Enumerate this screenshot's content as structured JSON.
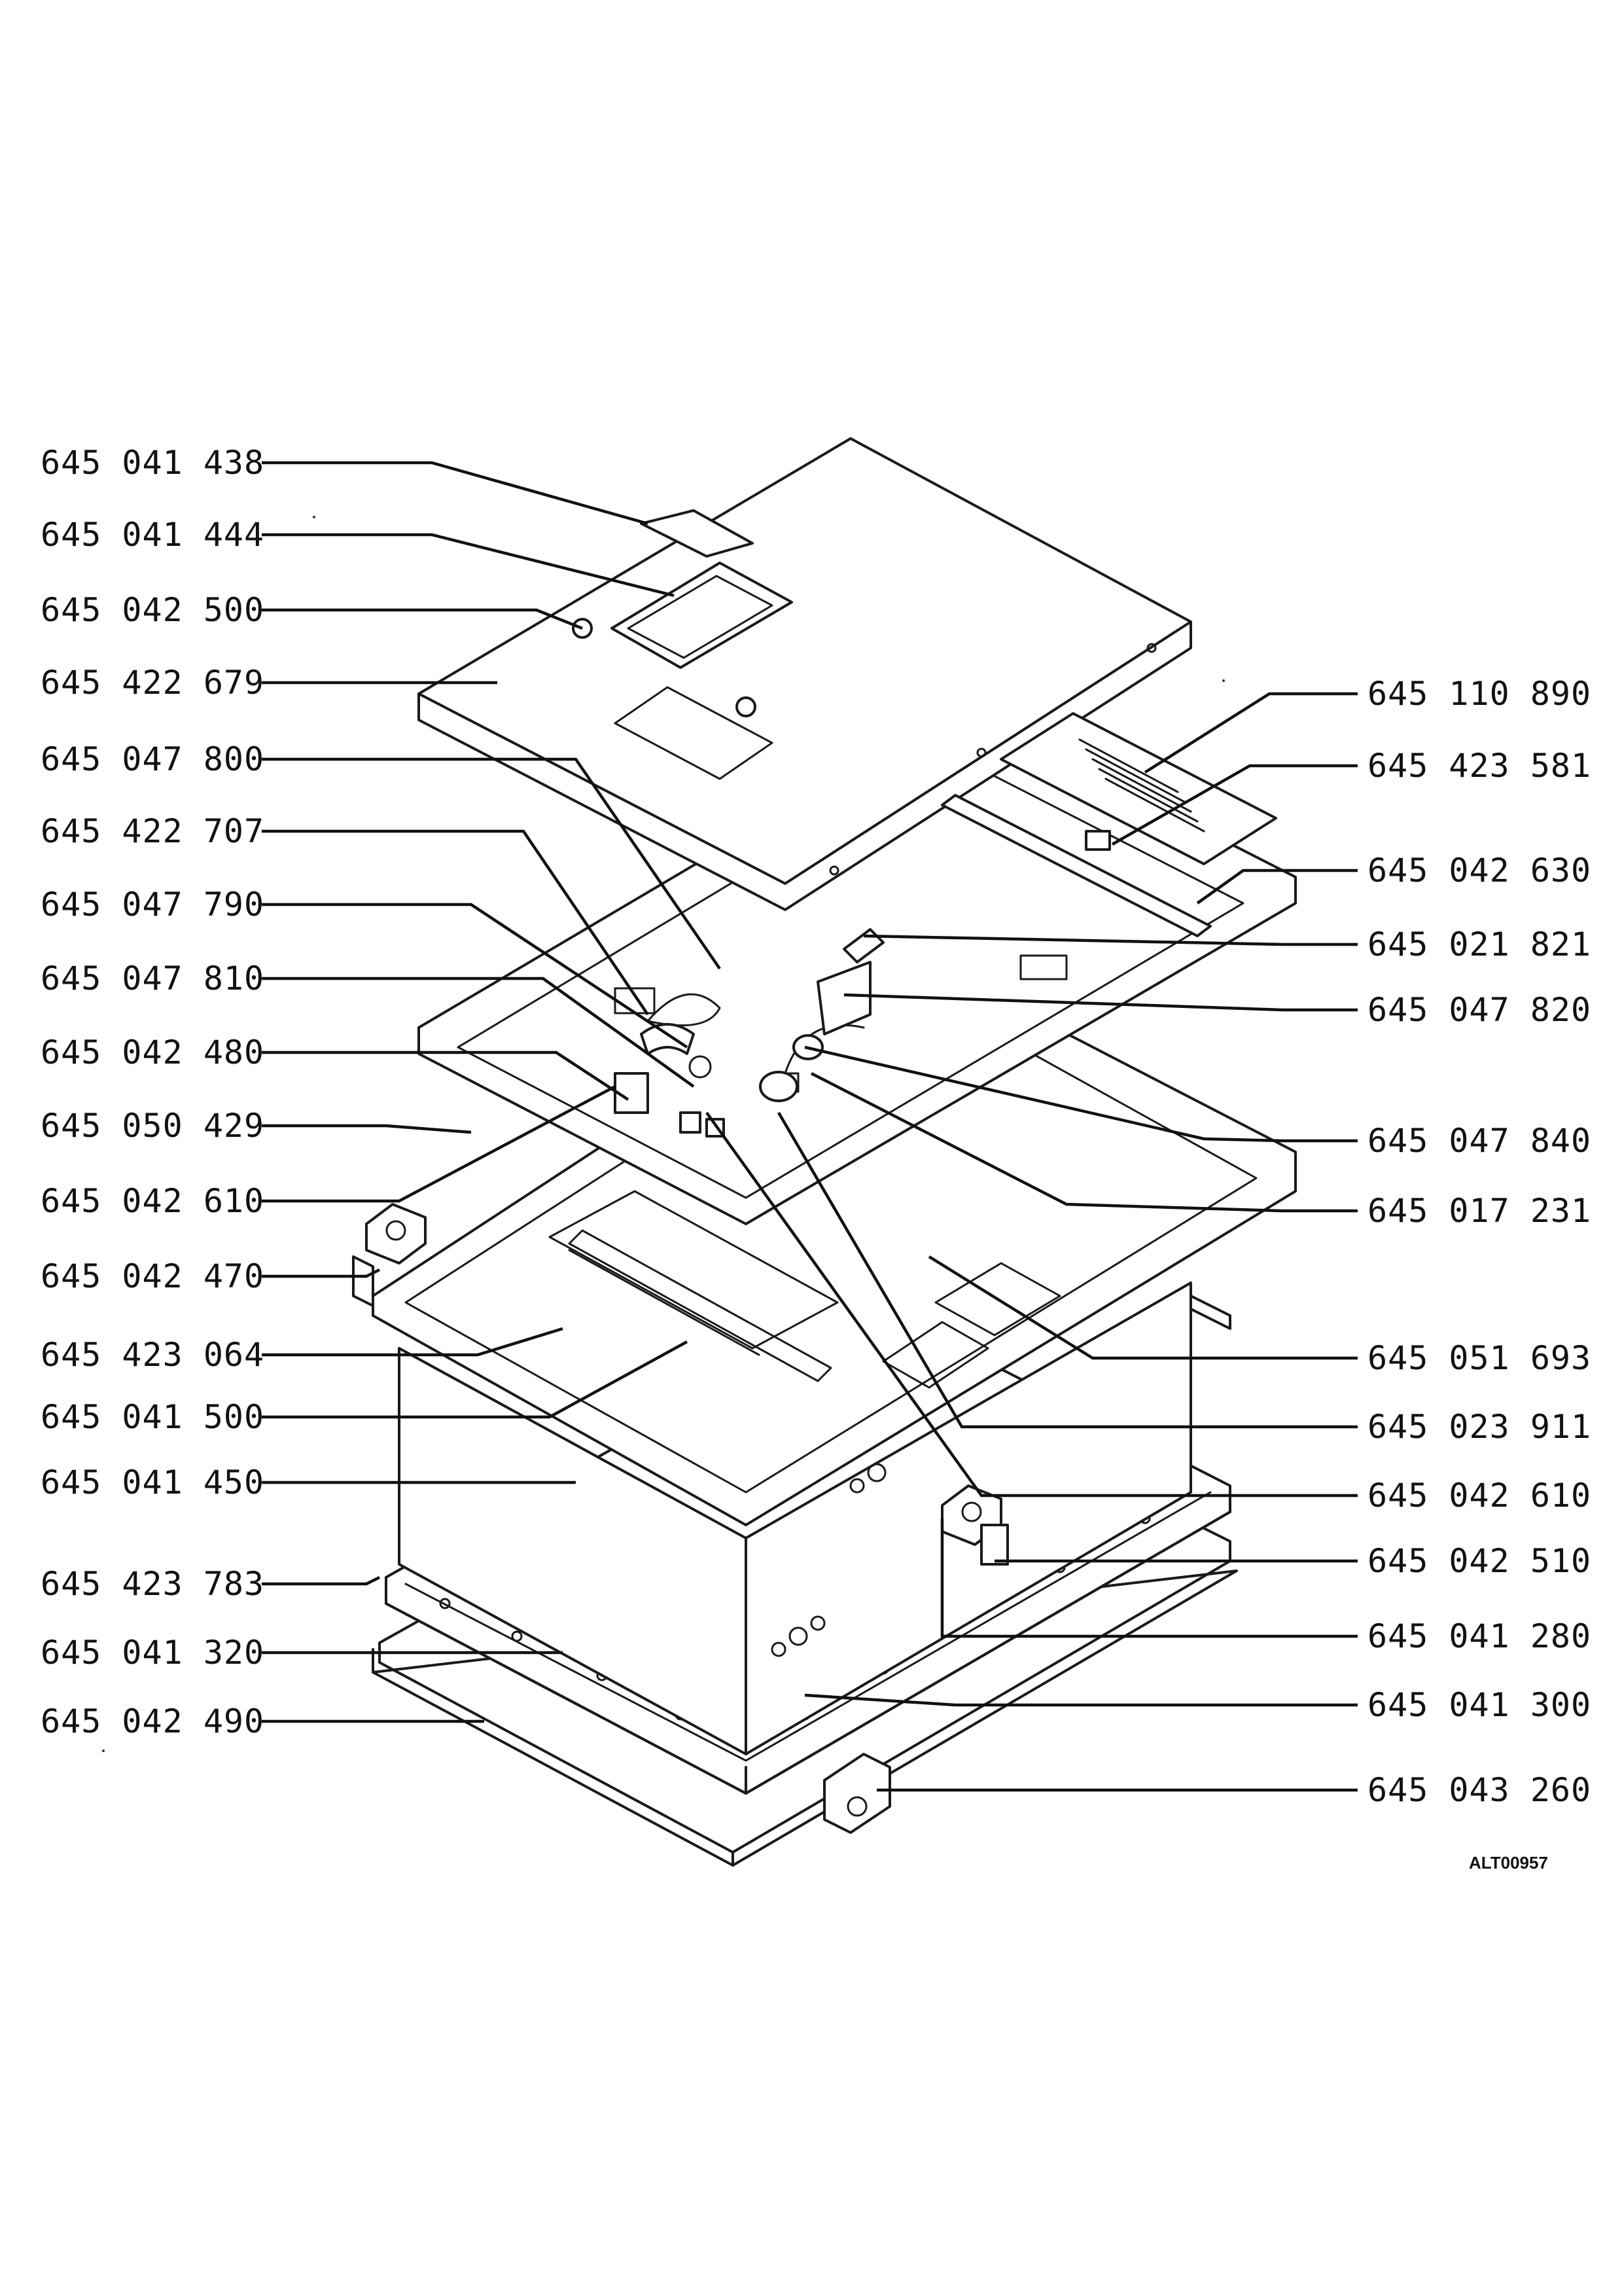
{
  "diagram": {
    "drawing_code": "ALT00957",
    "callouts_left": [
      "645 041 438",
      "645 041 444",
      "645 042 500",
      "645 422 679",
      "645 047 800",
      "645 422 707",
      "645 047 790",
      "645 047 810",
      "645 042 480",
      "645 050 429",
      "645 042 610",
      "645 042 470",
      "645 423 064",
      "645 041 500",
      "645 041 450",
      "645 423 783",
      "645 041 320",
      "645 042 490"
    ],
    "callouts_right": [
      "645 110 890",
      "645 423 581",
      "645 042 630",
      "645 021 821",
      "645 047 820",
      "645 047 840",
      "645 017 231",
      "645 051 693",
      "645 023 911",
      "645 042 610",
      "645 042 510",
      "645 041 280",
      "645 041 300",
      "645 043 260"
    ]
  }
}
